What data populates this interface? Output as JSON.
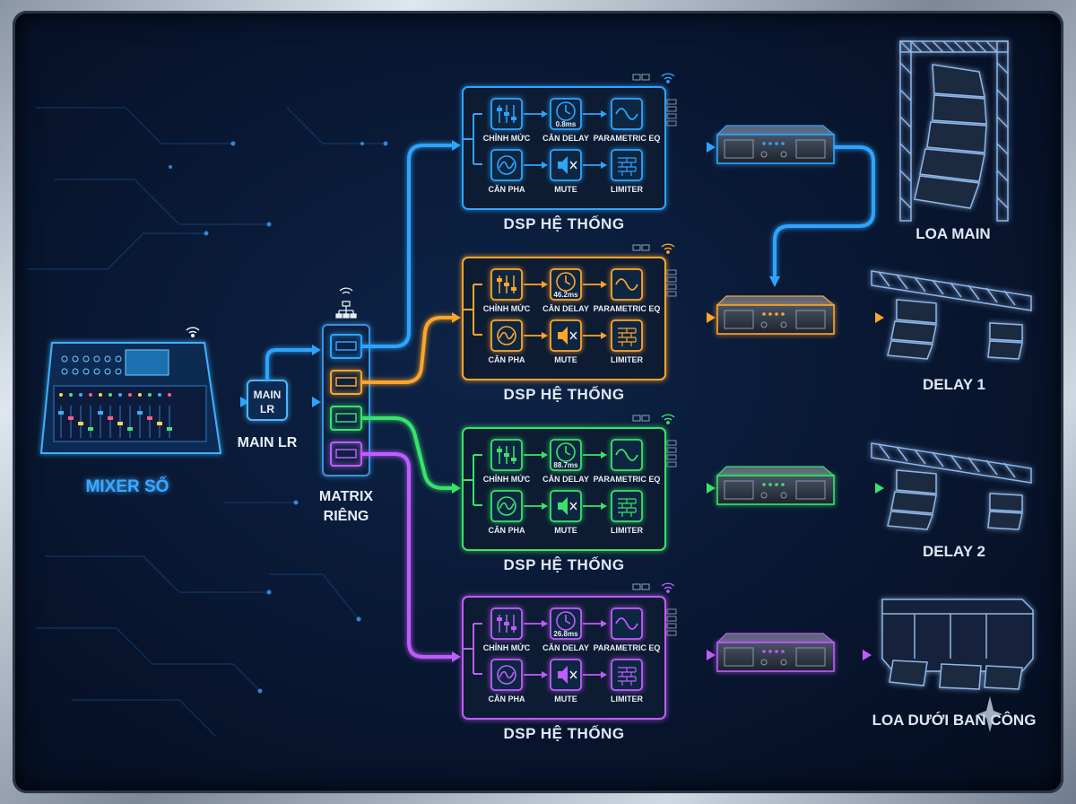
{
  "mixer": {
    "label": "MIXER SỐ"
  },
  "mainlr": {
    "box_line1": "MAIN",
    "box_line2": "LR",
    "label": "MAIN LR"
  },
  "matrix": {
    "label_line1": "MATRIX",
    "label_line2": "RIÊNG"
  },
  "dsp_blocks": [
    {
      "color": "#2fa4ff",
      "title": "DSP HỆ THỐNG",
      "delay": "0.8ms",
      "labels": [
        "CHỈNH MỨC",
        "CĂN DELAY",
        "PARAMETRIC EQ",
        "CĂN PHA",
        "MUTE",
        "LIMITER"
      ]
    },
    {
      "color": "#ffa52a",
      "title": "DSP HỆ THỐNG",
      "delay": "46.2ms",
      "labels": [
        "CHỈNH MỨC",
        "CĂN DELAY",
        "PARAMETRIC EQ",
        "CĂN PHA",
        "MUTE",
        "LIMITER"
      ]
    },
    {
      "color": "#39e36a",
      "title": "DSP HỆ THỐNG",
      "delay": "88.7ms",
      "labels": [
        "CHỈNH MỨC",
        "CĂN DELAY",
        "PARAMETRIC EQ",
        "CĂN PHA",
        "MUTE",
        "LIMITER"
      ]
    },
    {
      "color": "#c05cff",
      "title": "DSP HỆ THỐNG",
      "delay": "26.8ms",
      "labels": [
        "CHỈNH MỨC",
        "CĂN DELAY",
        "PARAMETRIC EQ",
        "CĂN PHA",
        "MUTE",
        "LIMITER"
      ]
    }
  ],
  "speakers": [
    {
      "label": "LOA MAIN"
    },
    {
      "label": "DELAY 1"
    },
    {
      "label": "DELAY 2"
    },
    {
      "label": "LOA DƯỚI BAN CÔNG"
    }
  ],
  "icons": [
    "wifi-icon",
    "network-icon",
    "fader-icon",
    "clock-icon",
    "eq-curve-icon",
    "phase-icon",
    "mute-icon",
    "limiter-icon",
    "amplifier-icon",
    "speaker-array-icon",
    "sparkle-icon"
  ]
}
